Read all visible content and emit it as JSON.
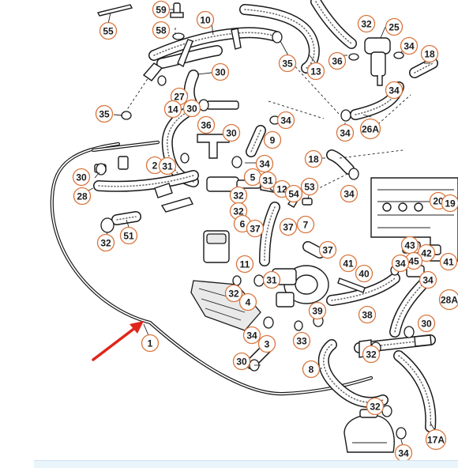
{
  "diagram": {
    "callouts": [
      {
        "id": "c1",
        "label": "55"
      },
      {
        "id": "c2",
        "label": "59"
      },
      {
        "id": "c3",
        "label": "10"
      },
      {
        "id": "c4",
        "label": "58"
      },
      {
        "id": "c5",
        "label": "35"
      },
      {
        "id": "c6",
        "label": "13"
      },
      {
        "id": "c7",
        "label": "32"
      },
      {
        "id": "c8",
        "label": "25"
      },
      {
        "id": "c9",
        "label": "36"
      },
      {
        "id": "c10",
        "label": "34"
      },
      {
        "id": "c11",
        "label": "18"
      },
      {
        "id": "c12",
        "label": "30"
      },
      {
        "id": "c13",
        "label": "27"
      },
      {
        "id": "c14",
        "label": "30"
      },
      {
        "id": "c15",
        "label": "14"
      },
      {
        "id": "c16",
        "label": "35"
      },
      {
        "id": "c17",
        "label": "34"
      },
      {
        "id": "c18",
        "label": "34"
      },
      {
        "id": "c19",
        "label": "26A"
      },
      {
        "id": "c20",
        "label": "34"
      },
      {
        "id": "c21",
        "label": "36"
      },
      {
        "id": "c22",
        "label": "30"
      },
      {
        "id": "c23",
        "label": "9"
      },
      {
        "id": "c24",
        "label": "18"
      },
      {
        "id": "c25",
        "label": "2"
      },
      {
        "id": "c26",
        "label": "31"
      },
      {
        "id": "c27",
        "label": "34"
      },
      {
        "id": "c28",
        "label": "30"
      },
      {
        "id": "c29",
        "label": "5"
      },
      {
        "id": "c30",
        "label": "31"
      },
      {
        "id": "c31",
        "label": "28"
      },
      {
        "id": "c32",
        "label": "32"
      },
      {
        "id": "c33",
        "label": "12"
      },
      {
        "id": "c34",
        "label": "54"
      },
      {
        "id": "c35",
        "label": "53"
      },
      {
        "id": "c36",
        "label": "34"
      },
      {
        "id": "c37",
        "label": "20"
      },
      {
        "id": "c38",
        "label": "19"
      },
      {
        "id": "c39",
        "label": "32"
      },
      {
        "id": "c40",
        "label": "6"
      },
      {
        "id": "c41",
        "label": "37"
      },
      {
        "id": "c42",
        "label": "37"
      },
      {
        "id": "c43",
        "label": "7"
      },
      {
        "id": "c44",
        "label": "32"
      },
      {
        "id": "c45",
        "label": "51"
      },
      {
        "id": "c46",
        "label": "37"
      },
      {
        "id": "c47",
        "label": "43"
      },
      {
        "id": "c48",
        "label": "42"
      },
      {
        "id": "c49",
        "label": "41"
      },
      {
        "id": "c50",
        "label": "45"
      },
      {
        "id": "c51",
        "label": "34"
      },
      {
        "id": "c52",
        "label": "41"
      },
      {
        "id": "c53",
        "label": "40"
      },
      {
        "id": "c54",
        "label": "11"
      },
      {
        "id": "c55",
        "label": "34"
      },
      {
        "id": "c56",
        "label": "31"
      },
      {
        "id": "c57",
        "label": "28A"
      },
      {
        "id": "c58",
        "label": "32"
      },
      {
        "id": "c59",
        "label": "4"
      },
      {
        "id": "c60",
        "label": "39"
      },
      {
        "id": "c61",
        "label": "38"
      },
      {
        "id": "c62",
        "label": "30"
      },
      {
        "id": "c63",
        "label": "34"
      },
      {
        "id": "c64",
        "label": "3"
      },
      {
        "id": "c65",
        "label": "33"
      },
      {
        "id": "c66",
        "label": "1"
      },
      {
        "id": "c67",
        "label": "32"
      },
      {
        "id": "c68",
        "label": "30"
      },
      {
        "id": "c69",
        "label": "8"
      },
      {
        "id": "c70",
        "label": "32"
      },
      {
        "id": "c71",
        "label": "17A"
      },
      {
        "id": "c72",
        "label": "34"
      }
    ],
    "colors": {
      "callout_ring": "#d8743a",
      "arrow": "#e0261b",
      "line": "#1a1a1a",
      "bottom_bar": "#eaf4fb"
    }
  }
}
